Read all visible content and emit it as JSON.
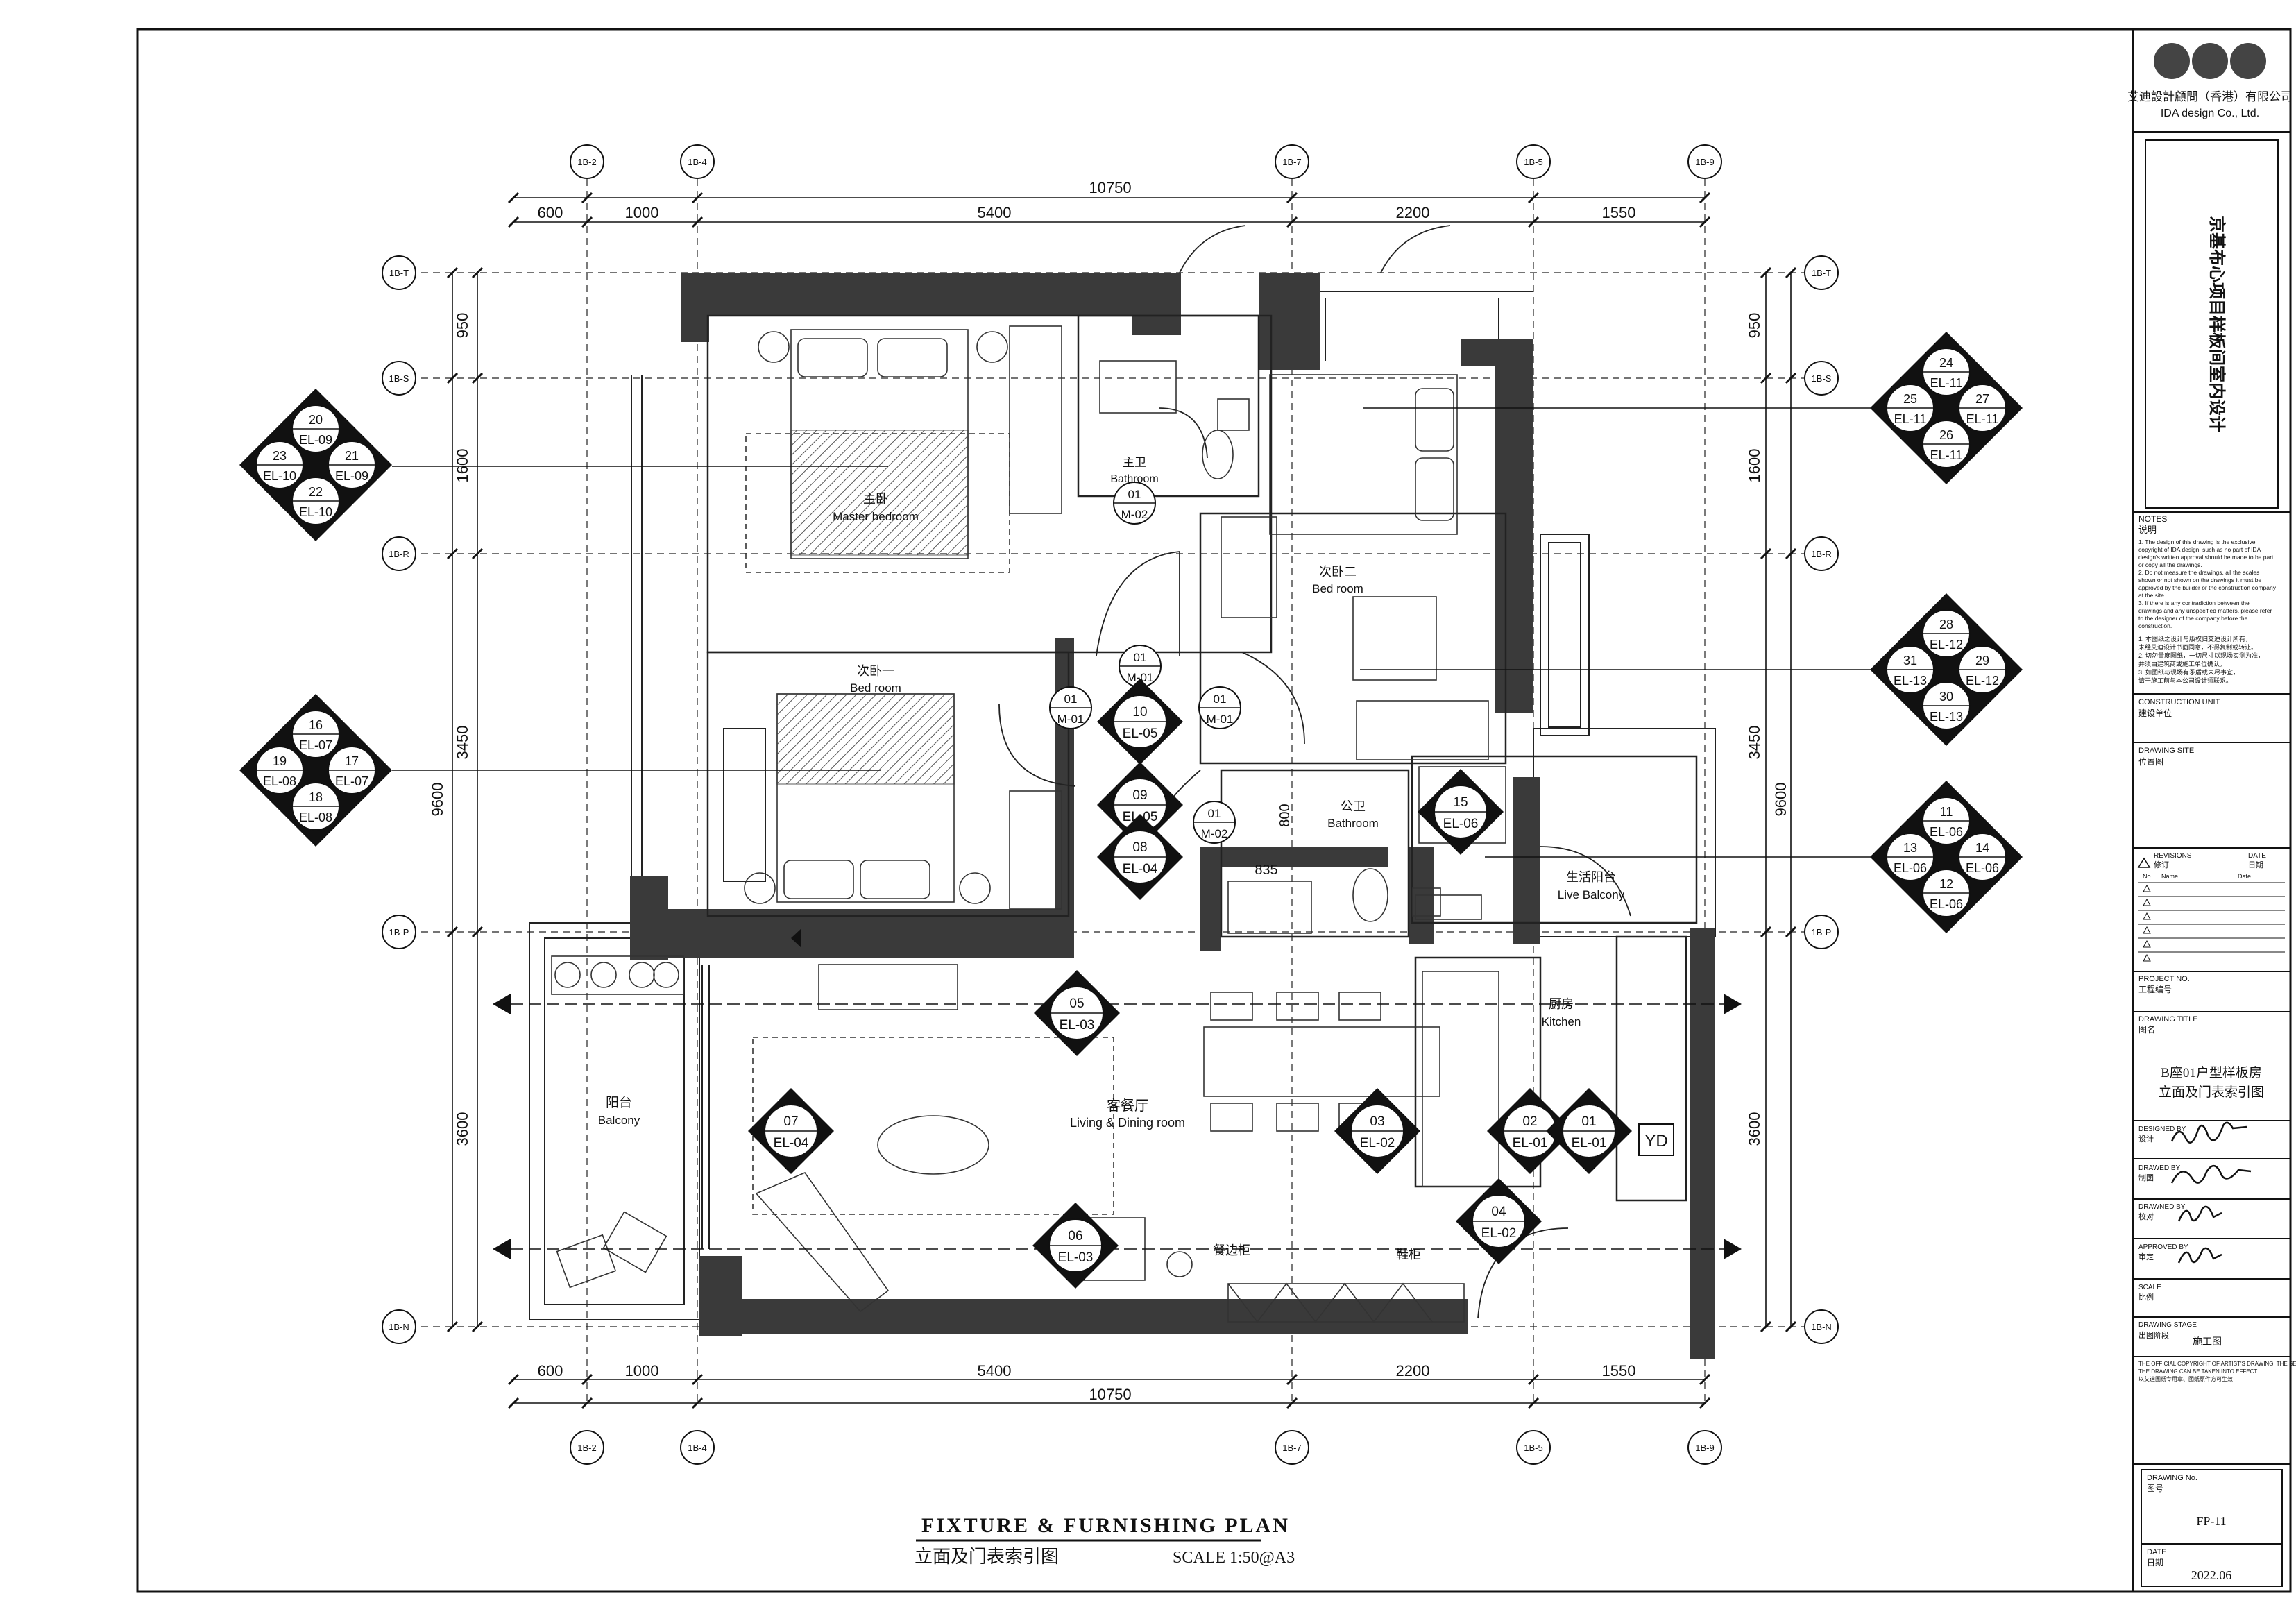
{
  "company": {
    "name_cn": "艾迪設計顧問（香港）有限公司",
    "name_en": "IDA design Co., Ltd."
  },
  "project_name": "京基布心项目样板间室内设计",
  "notes": {
    "label_en": "NOTES",
    "label_cn": "说明",
    "en_lines": [
      "1. The design of this drawing is the exclusive",
      "copyright of IDA design, such as no part of IDA",
      "design's written approval should be made to be part",
      "or copy all the drawings.",
      "2. Do not measure the drawings, all the scales",
      "shown or not shown on the drawings it must be",
      "approved by the builder or the construction company",
      "at the site.",
      "3. If there is any contradiction between the",
      "drawings and any unspecified matters, please refer",
      "to the designer of the company before the",
      "construction."
    ],
    "cn_lines": [
      "1. 本图纸之设计与版权归艾迪设计所有，",
      "未经艾迪设计书面同意，不得复制或转让。",
      "2. 切勿量度图纸，一切尺寸以现场实测为准，",
      "并须由建筑商或施工单位确认。",
      "3. 如图纸与现场有矛盾或未尽事宜，",
      "请于施工前与本公司设计师联系。"
    ]
  },
  "title_block": {
    "construction_unit_en": "CONSTRUCTION UNIT",
    "construction_unit_cn": "建设单位",
    "drawing_site_en": "DRAWING SITE",
    "drawing_site_cn": "位置图",
    "revisions_en": "REVISIONS",
    "revisions_cn": "修订",
    "date_col_en": "DATE",
    "date_col_cn": "日期",
    "rev_col_no": "No.",
    "rev_col_name": "Name",
    "rev_col_date": "Date",
    "project_no_en": "PROJECT NO.",
    "project_no_cn": "工程编号",
    "drawing_title_en": "DRAWING TITLE",
    "drawing_title_cn": "图名",
    "drawing_title_line1": "B座01户型样板房",
    "drawing_title_line2": "立面及门表索引图",
    "designed_by_en": "DESIGNED BY",
    "designed_by_cn": "设计",
    "drawn_by_en": "DRAWED BY",
    "drawn_by_cn": "制图",
    "checked_by_en": "DRAWNED BY",
    "checked_by_cn": "校对",
    "approved_by_en": "APPROVED BY",
    "approved_by_cn": "审定",
    "scale_en": "SCALE",
    "scale_cn": "比例",
    "stage_en": "DRAWING STAGE",
    "stage_cn": "出图阶段",
    "stage_value": "施工图",
    "copyright_lines": [
      "THE OFFICIAL COPYRIGHT OF ARTIST'S DRAWING, THE SEAL OF",
      "THE DRAWING CAN BE TAKEN INTO EFFECT",
      "以艾迪图纸专用章、图纸原件方可生效"
    ],
    "drawing_no_en": "DRAWING No.",
    "drawing_no_cn": "图号",
    "drawing_no": "FP-11",
    "date_en": "DATE",
    "date_cn": "日期",
    "date": "2022.06"
  },
  "plan": {
    "title_en": "FIXTURE & FURNISHING PLAN",
    "title_cn": "立面及门表索引图",
    "scale": "SCALE  1:50@A3",
    "grid_top": [
      "1B-2",
      "1B-4",
      "1B-7",
      "1B-5",
      "1B-9"
    ],
    "grid_side": [
      "1B-T",
      "1B-S",
      "1B-R",
      "1B-P",
      "1B-N"
    ],
    "dims_top_overall": "10750",
    "dims_top": [
      "600",
      "1000",
      "5400",
      "2200",
      "1550"
    ],
    "dims_side": [
      "950",
      "1600",
      "3450",
      "3600"
    ],
    "dims_side_overall": "9600",
    "dim_800": "800",
    "dim_835": "835",
    "rooms": {
      "master_cn": "主卧",
      "master_en": "Master bedroom",
      "master_bath_cn": "主卫",
      "master_bath_en": "Bathroom",
      "bed2_cn": "次卧二",
      "bed2_en": "Bed room",
      "bed1_cn": "次卧一",
      "bed1_en": "Bed room",
      "pub_bath_cn": "公卫",
      "pub_bath_en": "Bathroom",
      "live_bal_cn": "生活阳台",
      "live_bal_en": "Live Balcony",
      "kitchen_cn": "厨房",
      "kitchen_en": "Kitchen",
      "living_cn": "客餐厅",
      "living_en": "Living & Dining room",
      "balcony_cn": "阳台",
      "balcony_en": "Balcony",
      "sideboard_cn": "餐边柜",
      "shoe_cn": "鞋柜",
      "yd": "YD"
    },
    "doors": [
      {
        "n": "01",
        "c": "M-02"
      },
      {
        "n": "01",
        "c": "M-01"
      },
      {
        "n": "01",
        "c": "M-01"
      },
      {
        "n": "01",
        "c": "M-01"
      },
      {
        "n": "01",
        "c": "M-02"
      }
    ],
    "cluster_left_top": {
      "t": "20",
      "tc": "EL-09",
      "l": "23",
      "lc": "EL-10",
      "r": "21",
      "rc": "EL-09",
      "b": "22",
      "bc": "EL-10"
    },
    "cluster_left_mid": {
      "t": "16",
      "tc": "EL-07",
      "l": "19",
      "lc": "EL-08",
      "r": "17",
      "rc": "EL-07",
      "b": "18",
      "bc": "EL-08"
    },
    "cluster_right_top": {
      "t": "24",
      "tc": "EL-11",
      "l": "25",
      "lc": "EL-11",
      "r": "27",
      "rc": "EL-11",
      "b": "26",
      "bc": "EL-11"
    },
    "cluster_right_mid": {
      "t": "28",
      "tc": "EL-12",
      "l": "31",
      "lc": "EL-13",
      "r": "29",
      "rc": "EL-12",
      "b": "30",
      "bc": "EL-13"
    },
    "cluster_right_low": {
      "t": "11",
      "tc": "EL-06",
      "l": "13",
      "lc": "EL-06",
      "r": "14",
      "rc": "EL-06",
      "b": "12",
      "bc": "EL-06"
    },
    "markers": {
      "m10": {
        "n": "10",
        "c": "EL-05"
      },
      "m09": {
        "n": "09",
        "c": "EL-05"
      },
      "m08": {
        "n": "08",
        "c": "EL-04"
      },
      "m15": {
        "n": "15",
        "c": "EL-06"
      },
      "m05": {
        "n": "05",
        "c": "EL-03"
      },
      "m07": {
        "n": "07",
        "c": "EL-04"
      },
      "m03": {
        "n": "03",
        "c": "EL-02"
      },
      "m02": {
        "n": "02",
        "c": "EL-01"
      },
      "m01": {
        "n": "01",
        "c": "EL-01"
      },
      "m04": {
        "n": "04",
        "c": "EL-02"
      },
      "m06": {
        "n": "06",
        "c": "EL-03"
      }
    }
  }
}
